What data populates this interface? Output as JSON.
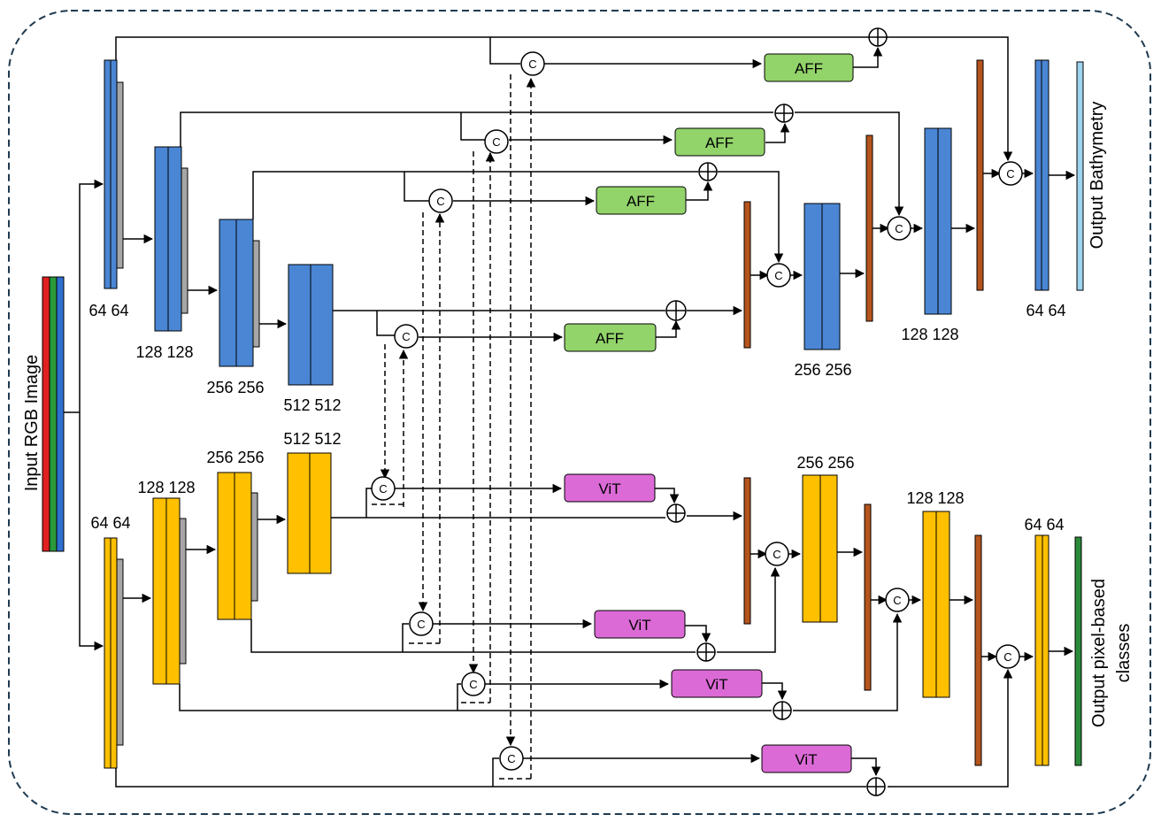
{
  "labels": {
    "input": "Input RGB Image",
    "output_top": "Output Bathymetry",
    "output_bottom_1": "Output pixel-based",
    "output_bottom_2": "classes",
    "top_64": "64 64",
    "top_128": "128 128",
    "top_256": "256 256",
    "top_512": "512 512",
    "top_dec_256": "256 256",
    "top_dec_128": "128 128",
    "top_dec_64": "64 64",
    "bot_64": "64 64",
    "bot_128": "128 128",
    "bot_256": "256 256",
    "bot_512": "512 512",
    "bot_dec_256": "256 256",
    "bot_dec_128": "128 128",
    "bot_dec_64": "64 64"
  },
  "modules": {
    "aff": "AFF",
    "vit": "ViT",
    "concat": "C"
  },
  "colors": {
    "blue": "#4a86d4",
    "orange": "#ffc000",
    "brown": "#b5541c",
    "green": "#92d36a",
    "magenta": "#db6ad6",
    "gray": "#a6a6a6",
    "border": "#1f3a50"
  }
}
